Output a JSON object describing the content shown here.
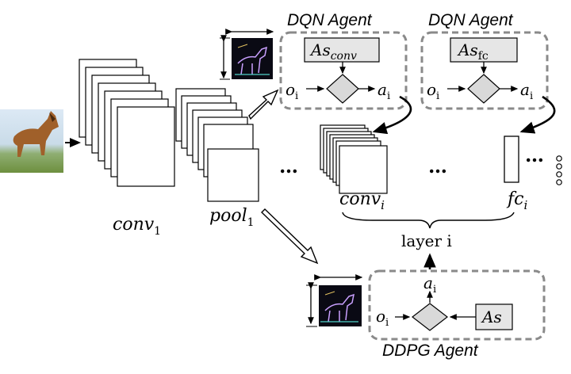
{
  "agents": {
    "dqn_conv": {
      "title": "DQN Agent",
      "action_space": "As",
      "action_space_sub": "conv",
      "input": "o",
      "input_sub": "i",
      "output": "a",
      "output_sub": "i"
    },
    "dqn_fc": {
      "title": "DQN Agent",
      "action_space": "As",
      "action_space_sub": "fc",
      "input": "o",
      "input_sub": "i",
      "output": "a",
      "output_sub": "i"
    },
    "ddpg": {
      "title": "DDPG Agent",
      "action_space": "As",
      "input": "o",
      "input_sub": "i",
      "output": "a",
      "output_sub": "i"
    }
  },
  "layers": {
    "conv1": {
      "label": "conv",
      "sub": "1"
    },
    "pool1": {
      "label": "pool",
      "sub": "1"
    },
    "conv_i": {
      "label": "conv",
      "sub": "i"
    },
    "fc_i": {
      "label": "fc",
      "sub": "i"
    }
  },
  "layer_group_label": "layer i",
  "ellipsis": "…",
  "colors": {
    "dashed_border": "#8a8a8a",
    "action_space_fill": "#e6e6e6",
    "diamond_fill": "#d9d9d9"
  },
  "icons": [
    "horse-photo",
    "horse-edge-thumbnail"
  ]
}
